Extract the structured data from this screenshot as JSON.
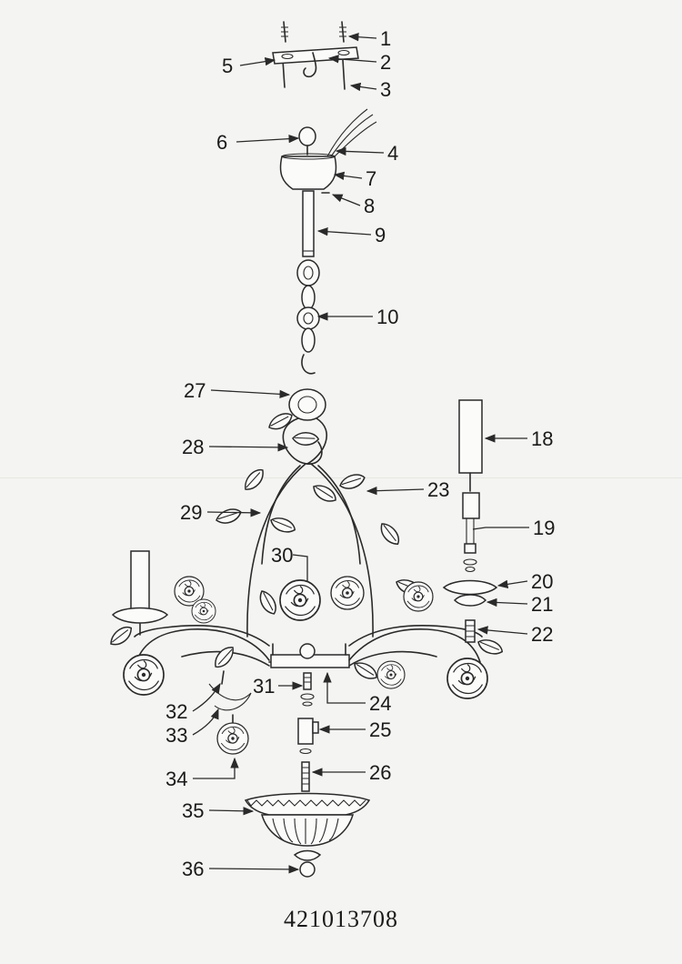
{
  "labels": [
    {
      "id": "1",
      "text": "1"
    },
    {
      "id": "2",
      "text": "2"
    },
    {
      "id": "3",
      "text": "3"
    },
    {
      "id": "4",
      "text": "4"
    },
    {
      "id": "5",
      "text": "5"
    },
    {
      "id": "6",
      "text": "6"
    },
    {
      "id": "7",
      "text": "7"
    },
    {
      "id": "8",
      "text": "8"
    },
    {
      "id": "9",
      "text": "9"
    },
    {
      "id": "10",
      "text": "10"
    },
    {
      "id": "18",
      "text": "18"
    },
    {
      "id": "19",
      "text": "19"
    },
    {
      "id": "20",
      "text": "20"
    },
    {
      "id": "21",
      "text": "21"
    },
    {
      "id": "22",
      "text": "22"
    },
    {
      "id": "23",
      "text": "23"
    },
    {
      "id": "24",
      "text": "24"
    },
    {
      "id": "25",
      "text": "25"
    },
    {
      "id": "26",
      "text": "26"
    },
    {
      "id": "27",
      "text": "27"
    },
    {
      "id": "28",
      "text": "28"
    },
    {
      "id": "29",
      "text": "29"
    },
    {
      "id": "30",
      "text": "30"
    },
    {
      "id": "31",
      "text": "31"
    },
    {
      "id": "32",
      "text": "32"
    },
    {
      "id": "33",
      "text": "33"
    },
    {
      "id": "34",
      "text": "34"
    },
    {
      "id": "35",
      "text": "35"
    },
    {
      "id": "36",
      "text": "36"
    }
  ],
  "model_number": "421013708"
}
